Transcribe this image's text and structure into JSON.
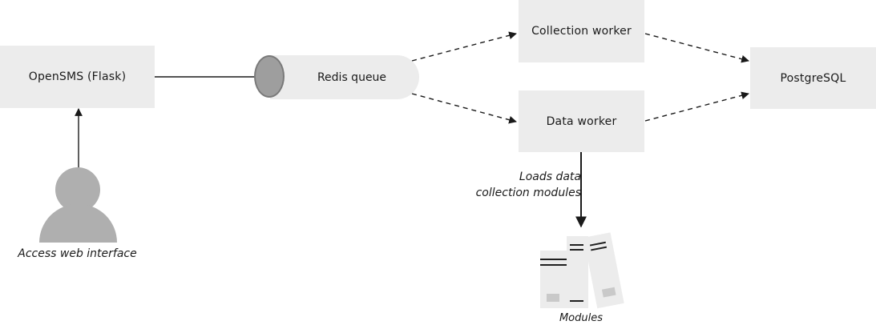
{
  "nodes": {
    "opensms": "OpenSMS (Flask)",
    "redis": "Redis queue",
    "collection_worker": "Collection worker",
    "data_worker": "Data worker",
    "postgres": "PostgreSQL"
  },
  "labels": {
    "access": "Access web interface",
    "loads_line1": "Loads data",
    "loads_line2": "collection modules",
    "modules": "Modules"
  },
  "icons": {
    "user": "user-icon",
    "books": "books-icon",
    "queue_cap": "queue-cylinder-icon"
  },
  "colors": {
    "box_fill": "#ececec",
    "user_fill": "#afafaf",
    "queue_cap": "#9e9e9e",
    "line": "#1a1a1a"
  }
}
